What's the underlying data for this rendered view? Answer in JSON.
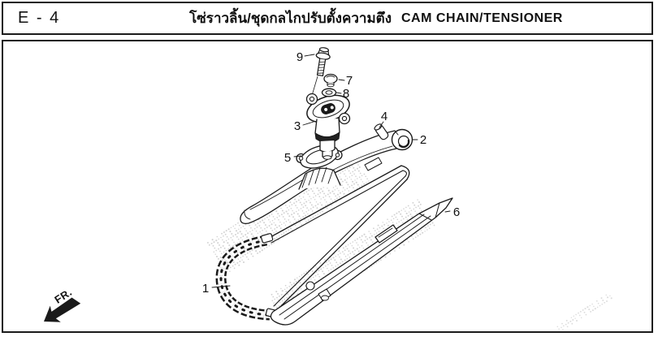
{
  "header": {
    "page_code": "E - 4",
    "title_thai": "โซ่ราวลิ้น/ชุดกลไกปรับตั้งความตึง",
    "title_english": "CAM CHAIN/TENSIONER"
  },
  "diagram": {
    "fr_label": "FR.",
    "callouts": {
      "c1": "1",
      "c2": "2",
      "c3": "3",
      "c4": "4",
      "c5": "5",
      "c6": "6",
      "c7": "7",
      "c8": "8",
      "c9": "9"
    }
  },
  "colors": {
    "line": "#1a1a1a",
    "paper": "#ffffff",
    "watermark_dot": "#9a9a9a"
  }
}
